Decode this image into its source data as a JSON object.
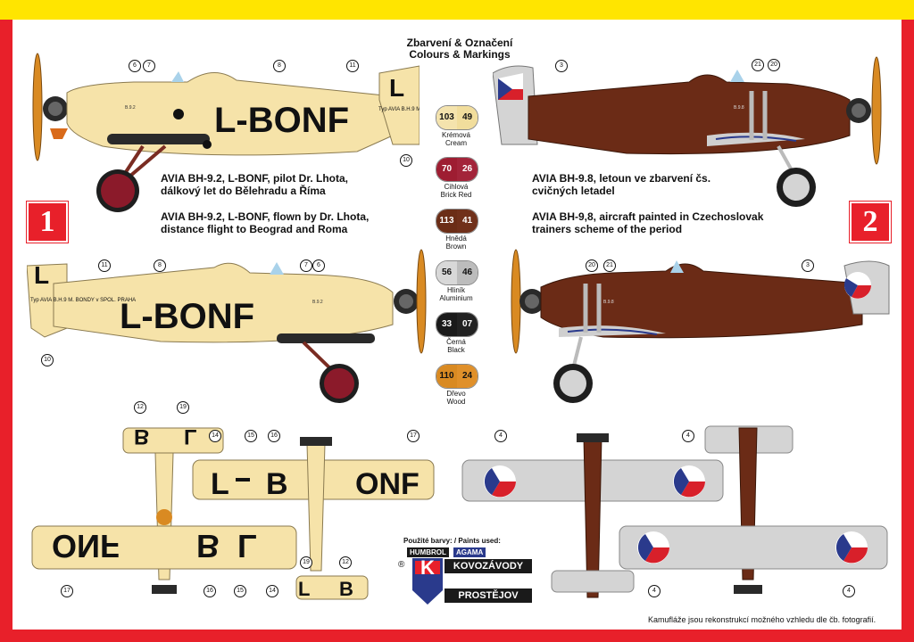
{
  "header": {
    "title_cz": "Zbarvení & Označení",
    "title_en": "Colours & Markings"
  },
  "aircraft1": {
    "number": "1",
    "desc_cz": "AVIA BH-9.2, L-BONF, pilot Dr. Lhota, dálkový let do Bělehradu a Říma",
    "desc_en": "AVIA BH-9.2, L-BONF, flown by Dr. Lhota, distance flight to Beograd and Roma",
    "registration": "L-BONF",
    "reg_L": "L",
    "reg_B": "B",
    "reg_ONF": "ONF",
    "tail_letter": "L",
    "fin_text": "Typ AVIA B.H.9 M. BONDY v SPOL. PRAHA",
    "fuselage_code": "B.9.2",
    "colors": {
      "fuselage": "#f6e3a9",
      "wheel": "#8b1a2a",
      "struts": "#7a2c22",
      "prop": "#d98a22"
    }
  },
  "aircraft2": {
    "number": "2",
    "desc_cz": "AVIA BH-9.8, letoun ve zbarvení čs. cvičných letadel",
    "desc_en": "AVIA BH-9,8, aircraft painted in Czechoslovak trainers scheme of the period",
    "fuselage_code": "B.9.8",
    "colors": {
      "fuselage": "#6b2b16",
      "wings": "#d4d4d4",
      "roundel_red": "#d8202a",
      "roundel_blue": "#2a3a8c"
    }
  },
  "callouts": {
    "c3": "3",
    "c4": "4",
    "c6": "6",
    "c7": "7",
    "c8": "8",
    "c10": "10",
    "c11": "11",
    "c12": "12",
    "c14": "14",
    "c15": "15",
    "c16": "16",
    "c17": "17",
    "c19": "19",
    "c20": "20",
    "c21": "21"
  },
  "paints": [
    {
      "n1": "103",
      "n2": "49",
      "cz": "Krémová",
      "en": "Cream",
      "c1": "#f4e3ad",
      "c2": "#f1dd9c",
      "t": "#111"
    },
    {
      "n1": "70",
      "n2": "26",
      "cz": "Cihlová",
      "en": "Brick Red",
      "c1": "#9e1d32",
      "c2": "#a3243a",
      "t": "#fff"
    },
    {
      "n1": "113",
      "n2": "41",
      "cz": "Hnědá",
      "en": "Brown",
      "c1": "#6b2d16",
      "c2": "#70301a",
      "t": "#fff"
    },
    {
      "n1": "56",
      "n2": "46",
      "cz": "Hliník",
      "en": "Aluminium",
      "c1": "#d8d8d8",
      "c2": "#bcbcbc",
      "t": "#111"
    },
    {
      "n1": "33",
      "n2": "07",
      "cz": "Černá",
      "en": "Black",
      "c1": "#1a1a1a",
      "c2": "#222222",
      "t": "#fff"
    },
    {
      "n1": "110",
      "n2": "24",
      "cz": "Dřevo",
      "en": "Wood",
      "c1": "#d98a22",
      "c2": "#e0902a",
      "t": "#111"
    }
  ],
  "paints_used": {
    "label": "Použité barvy: / Paints used:",
    "brand1": "HUMBROL",
    "brand2": "AGAMA"
  },
  "logo": {
    "registered": "®",
    "letter": "K",
    "line1": "KOVOZÁVODY",
    "line2": "PROSTĚJOV"
  },
  "footnote": "Kamufláže jsou rekonstrukcí možného vzhledu dle čb. fotografií."
}
